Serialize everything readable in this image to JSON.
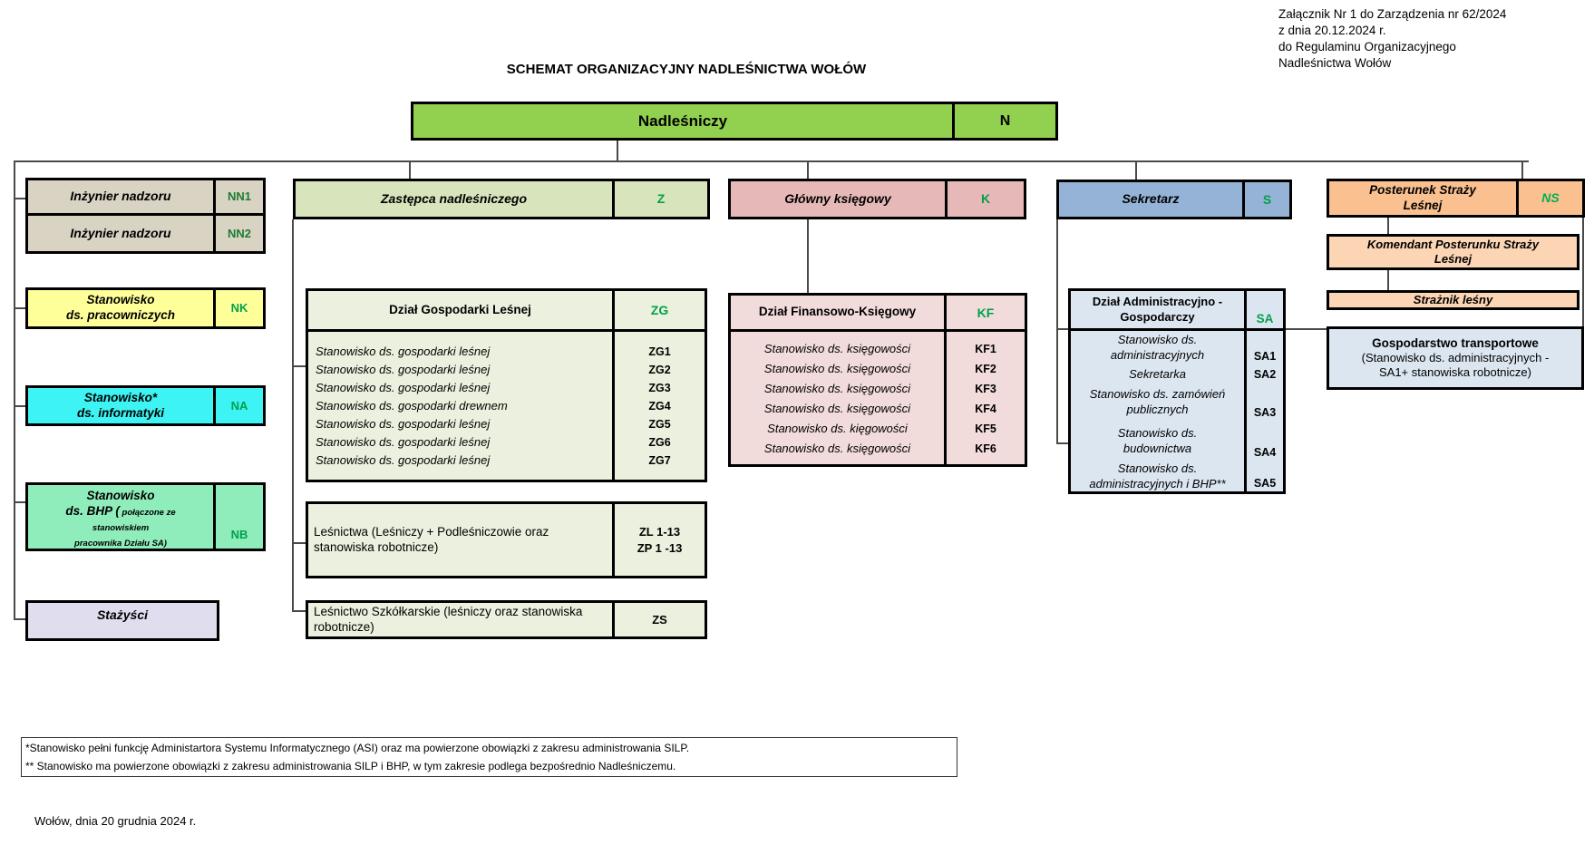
{
  "title": "SCHEMAT ORGANIZACYJNY NADLEŚNICTWA WOŁÓW",
  "annotation": {
    "line1": "Załącznik Nr 1 do Zarządzenia nr 62/2024",
    "line2": "z dnia 20.12.2024 r.",
    "line3": "do Regulaminu Organizacyjnego",
    "line4": "Nadleśnictwa Wołów"
  },
  "root": {
    "label": "Nadleśniczy",
    "code": "N"
  },
  "left": {
    "nn1": {
      "label": "Inżynier nadzoru",
      "code": "NN1"
    },
    "nn2": {
      "label": "Inżynier nadzoru",
      "code": "NN2"
    },
    "nk": {
      "label": "Stanowisko\nds. pracowniczych",
      "code": "NK"
    },
    "na": {
      "label": "Stanowisko*\nds. informatyki",
      "code": "NA"
    },
    "nb": {
      "label_main": "Stanowisko\nds. BHP (",
      "label_small": " połączone ze\nstanowiskiem\npracownika Działu SA)",
      "code": "NB"
    },
    "stazysci": {
      "label": "Stażyści"
    }
  },
  "deputy": {
    "label": "Zastępca nadleśniczego",
    "code": "Z"
  },
  "zg": {
    "header": "Dział Gospodarki Leśnej",
    "code": "ZG",
    "rows": [
      {
        "label": "Stanowisko ds. gospodarki leśnej",
        "code": "ZG1"
      },
      {
        "label": "Stanowisko ds. gospodarki leśnej",
        "code": "ZG2"
      },
      {
        "label": "Stanowisko ds. gospodarki leśnej",
        "code": "ZG3"
      },
      {
        "label": "Stanowisko ds. gospodarki drewnem",
        "code": "ZG4"
      },
      {
        "label": "Stanowisko ds. gospodarki leśnej",
        "code": "ZG5"
      },
      {
        "label": "Stanowisko ds. gospodarki leśnej",
        "code": "ZG6"
      },
      {
        "label": "Stanowisko ds. gospodarki leśnej",
        "code": "ZG7"
      }
    ]
  },
  "lesnictwa": {
    "label": "Leśnictwa (Leśniczy + Podleśniczowie oraz\nstanowiska robotnicze)",
    "code": "ZL 1-13\nZP 1 -13"
  },
  "szkolkarskie": {
    "label": "Leśnictwo Szkółkarskie (leśniczy oraz stanowiska\nrobotnicze)",
    "code": "ZS"
  },
  "accountant": {
    "label": "Główny księgowy",
    "code": "K"
  },
  "kf": {
    "header": "Dział Finansowo-Księgowy",
    "code": "KF",
    "rows": [
      {
        "label": "Stanowisko ds. księgowości",
        "code": "KF1"
      },
      {
        "label": "Stanowisko ds. księgowości",
        "code": "KF2"
      },
      {
        "label": "Stanowisko ds. księgowości",
        "code": "KF3"
      },
      {
        "label": "Stanowisko ds. księgowości",
        "code": "KF4"
      },
      {
        "label": "Stanowisko ds. kięgowości",
        "code": "KF5"
      },
      {
        "label": "Stanowisko ds. księgowości",
        "code": "KF6"
      }
    ]
  },
  "secretary": {
    "label": "Sekretarz",
    "code": "S"
  },
  "sa": {
    "header": "Dział Administracyjno -\nGospodarczy",
    "code": "SA",
    "rows": [
      {
        "label": "Stanowisko ds.\nadministracyjnych",
        "code": "SA1"
      },
      {
        "label": "Sekretarka",
        "code": "SA2"
      },
      {
        "label": "Stanowisko ds. zamówień\npublicznych",
        "code": "SA3"
      },
      {
        "label": "Stanowisko ds.\nbudownictwa",
        "code": "SA4"
      },
      {
        "label": "Stanowisko ds.\nadministracyjnych i BHP**",
        "code": "SA5"
      }
    ]
  },
  "guard": {
    "post": {
      "label": "Posterunek Straży\nLeśnej",
      "code": "NS"
    },
    "commander": {
      "label": "Komendant Posterunku Straży\nLeśnej"
    },
    "ranger": {
      "label": "Strażnik leśny"
    }
  },
  "transport": {
    "title": "Gospodarstwo transportowe",
    "subtitle": "(Stanowisko ds. administracyjnych -\nSA1+ stanowiska robotnicze)"
  },
  "footnote": {
    "line1": "*Stanowisko pełni funkcję Administartora Systemu Informatycznego (ASI) oraz ma powierzone obowiązki z zakresu administrowania SILP.",
    "line2": "** Stanowisko ma powierzone obowiązki z zakresu administrowania SILP i BHP, w tym zakresie podlega bezpośrednio Nadleśniczemu."
  },
  "date_line": "Wołów, dnia 20 grudnia 2024 r.",
  "colors": {
    "root_green": "#92D050",
    "tan": "#D9D3C3",
    "yellow": "#FFFF99",
    "cyan": "#3DF3F3",
    "mint": "#8FEDBB",
    "lavender": "#E0DEEE",
    "olive": "#D7E4BC",
    "olive_light": "#EBF1DE",
    "rose": "#E6B8B7",
    "rose_light": "#F2DCDB",
    "blue": "#95B3D7",
    "blue_light": "#DCE6F1",
    "orange": "#FAC090",
    "orange_light": "#FCD5B4",
    "code_green": "#00A14B"
  }
}
